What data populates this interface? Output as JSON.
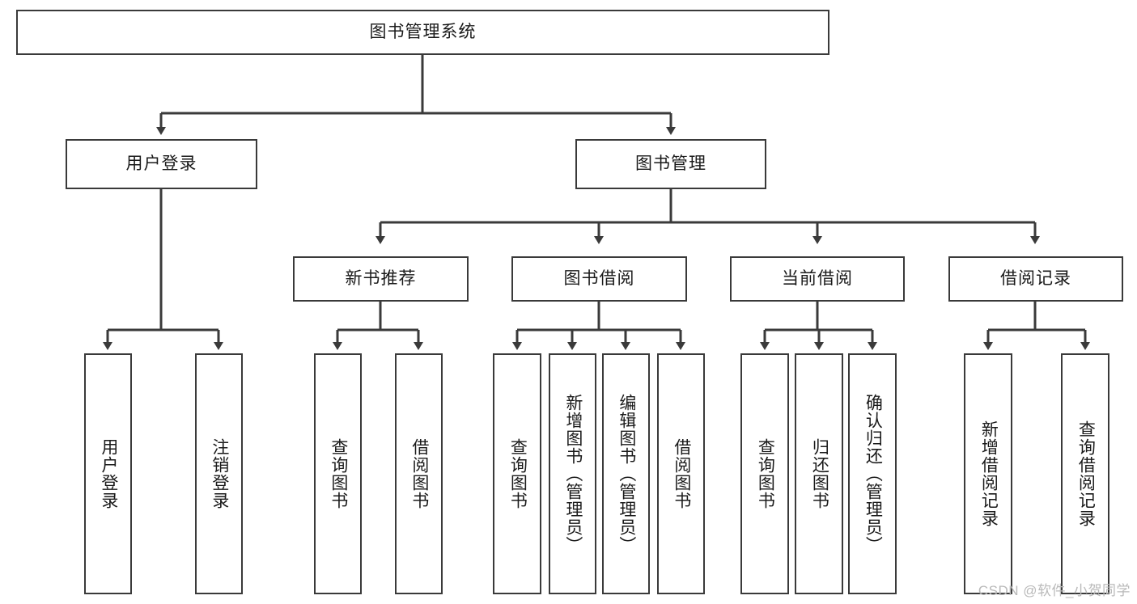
{
  "diagram": {
    "title": "图书管理系统",
    "root": {
      "id": "root",
      "label": "图书管理系统"
    },
    "level2": [
      {
        "id": "user-login",
        "label": "用户登录"
      },
      {
        "id": "book-manage",
        "label": "图书管理"
      }
    ],
    "level3": [
      {
        "id": "new-book-recommend",
        "label": "新书推荐"
      },
      {
        "id": "book-borrow",
        "label": "图书借阅"
      },
      {
        "id": "current-borrow",
        "label": "当前借阅"
      },
      {
        "id": "borrow-record",
        "label": "借阅记录"
      }
    ],
    "leaves": {
      "user-login": [
        {
          "id": "leaf-user-login",
          "label": "用户登录"
        },
        {
          "id": "leaf-logout-login",
          "label": "注销登录"
        }
      ],
      "new-book-recommend": [
        {
          "id": "leaf-query-book-1",
          "label": "查询图书"
        },
        {
          "id": "leaf-borrow-book-1",
          "label": "借阅图书"
        }
      ],
      "book-borrow": [
        {
          "id": "leaf-query-book-2",
          "label": "查询图书"
        },
        {
          "id": "leaf-add-book-admin",
          "label": "新增图书（管理员）"
        },
        {
          "id": "leaf-edit-book-admin",
          "label": "编辑图书（管理员）"
        },
        {
          "id": "leaf-borrow-book-2",
          "label": "借阅图书"
        }
      ],
      "current-borrow": [
        {
          "id": "leaf-query-book-3",
          "label": "查询图书"
        },
        {
          "id": "leaf-return-book",
          "label": "归还图书"
        },
        {
          "id": "leaf-confirm-return-admin",
          "label": "确认归还（管理员）"
        }
      ],
      "borrow-record": [
        {
          "id": "leaf-add-borrow-record",
          "label": "新增借阅记录"
        },
        {
          "id": "leaf-query-borrow-record",
          "label": "查询借阅记录"
        }
      ]
    },
    "watermark": "CSDN @软件_小贺同学",
    "colors": {
      "stroke": "#3a3a3a",
      "background": "#ffffff",
      "text": "#1a1a1a",
      "watermark": "#b9b9b9"
    }
  }
}
